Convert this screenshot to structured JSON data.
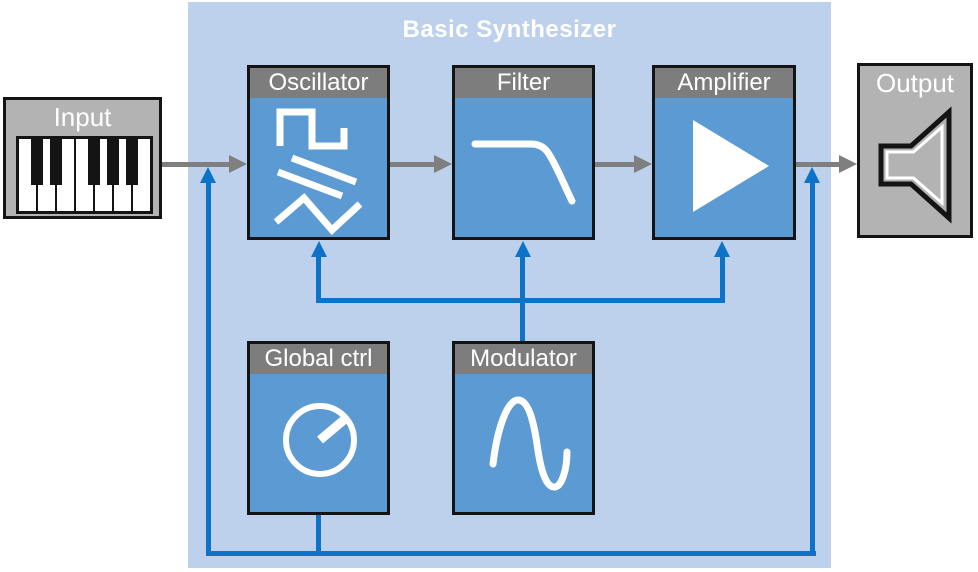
{
  "title": "Basic Synthesizer",
  "nodes": {
    "input": {
      "label": "Input",
      "icon": "piano-keyboard-icon"
    },
    "oscillator": {
      "label": "Oscillator",
      "icon": "oscillator-waveforms-icon"
    },
    "filter": {
      "label": "Filter",
      "icon": "lowpass-filter-curve-icon"
    },
    "amplifier": {
      "label": "Amplifier",
      "icon": "amplifier-triangle-icon"
    },
    "output": {
      "label": "Output",
      "icon": "speaker-icon"
    },
    "global_ctrl": {
      "label": "Global ctrl",
      "icon": "knob-icon"
    },
    "modulator": {
      "label": "Modulator",
      "icon": "sine-wave-icon"
    }
  },
  "signal_flow": [
    "Input → Oscillator",
    "Oscillator → Filter",
    "Filter → Amplifier",
    "Amplifier → Output"
  ],
  "control_flow": [
    "Modulator → Oscillator",
    "Modulator → Filter",
    "Modulator → Amplifier",
    "Global ctrl → signal path (pre-Oscillator)",
    "Global ctrl → signal path (post-Amplifier)"
  ],
  "colors": {
    "canvas_bg": "#ffffff",
    "container_bg": "#bdd0ec",
    "module_fill": "#5b9ad2",
    "module_header": "#7d7d7d",
    "io_fill": "#b3b3b3",
    "signal_arrow": "#7f7f7f",
    "control_arrow": "#0d73c8",
    "outline": "#141414",
    "label_text": "#ffffff"
  }
}
